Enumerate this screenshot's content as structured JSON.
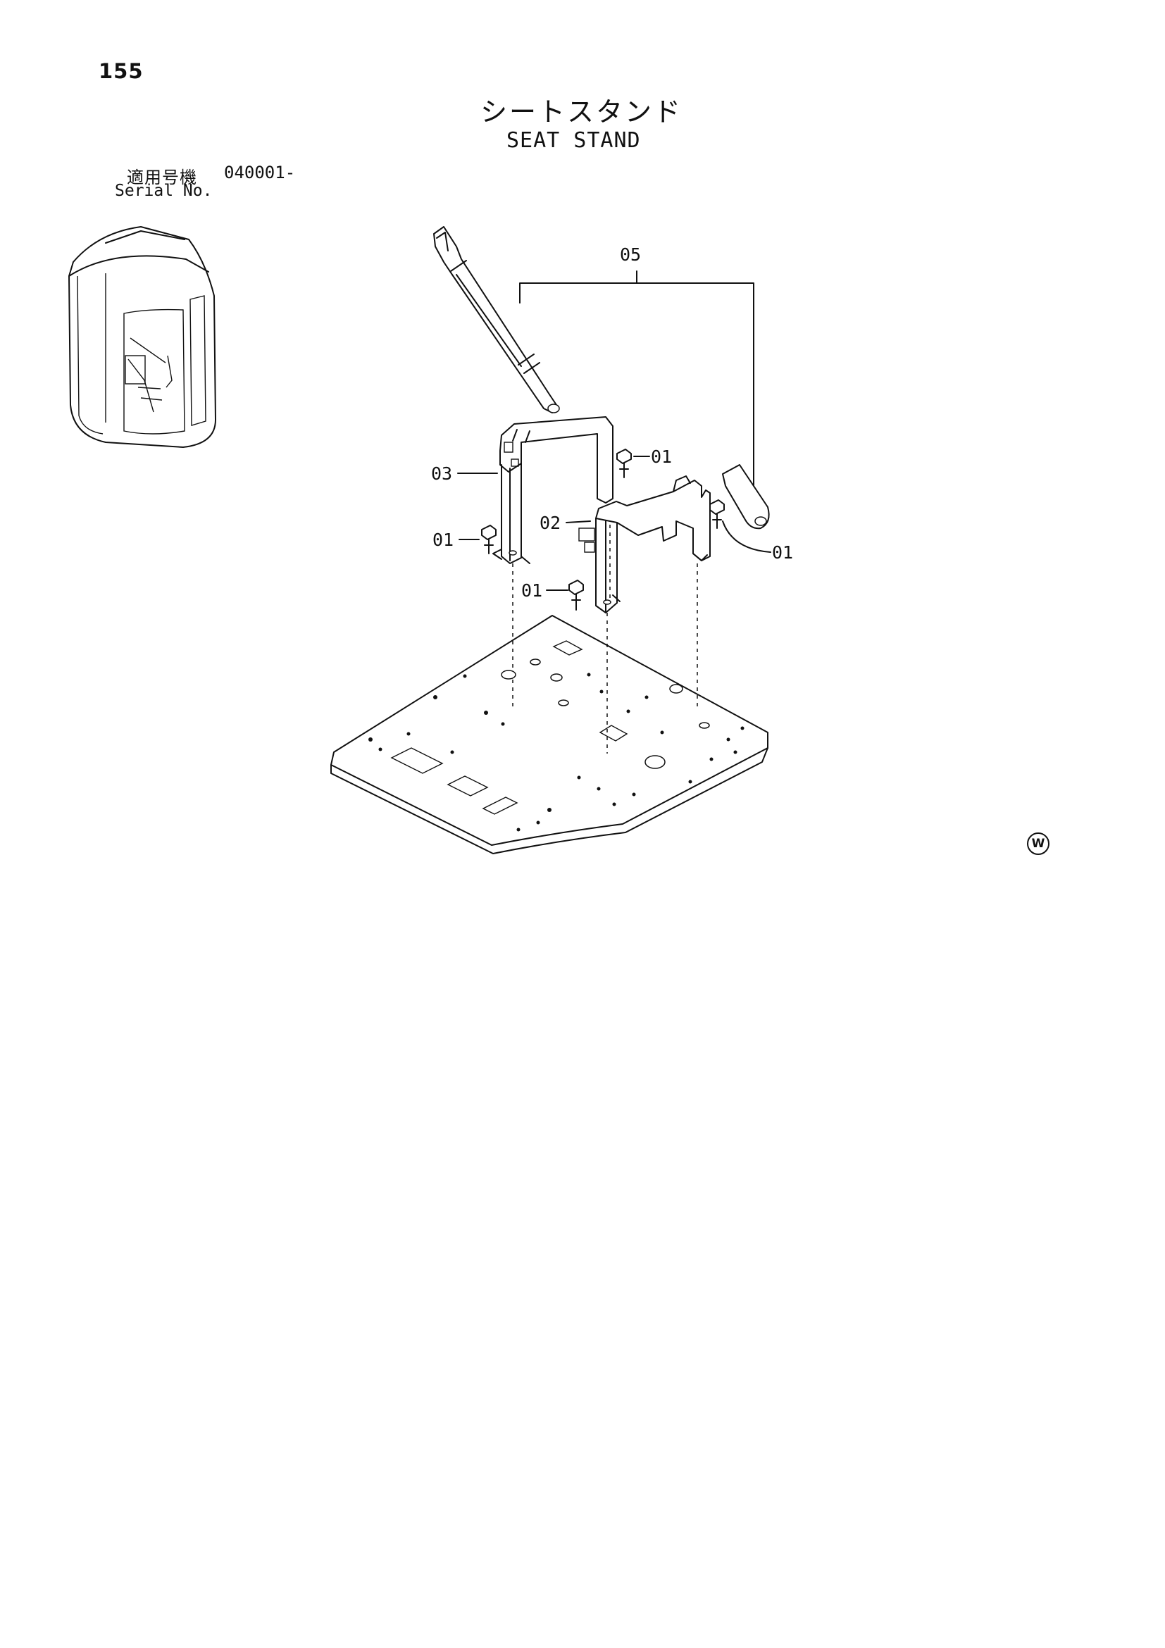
{
  "page_number": "155",
  "title": {
    "japanese": "シートスタンド",
    "english": "SEAT STAND"
  },
  "serial": {
    "label_japanese": "適用号機",
    "value": "040001-",
    "label_english": "Serial No."
  },
  "callouts": {
    "c05": "05",
    "c03": "03",
    "c02": "02",
    "c01_upper": "01",
    "c01_left": "01",
    "c01_right": "01",
    "c01_lower": "01"
  },
  "mark": "W"
}
